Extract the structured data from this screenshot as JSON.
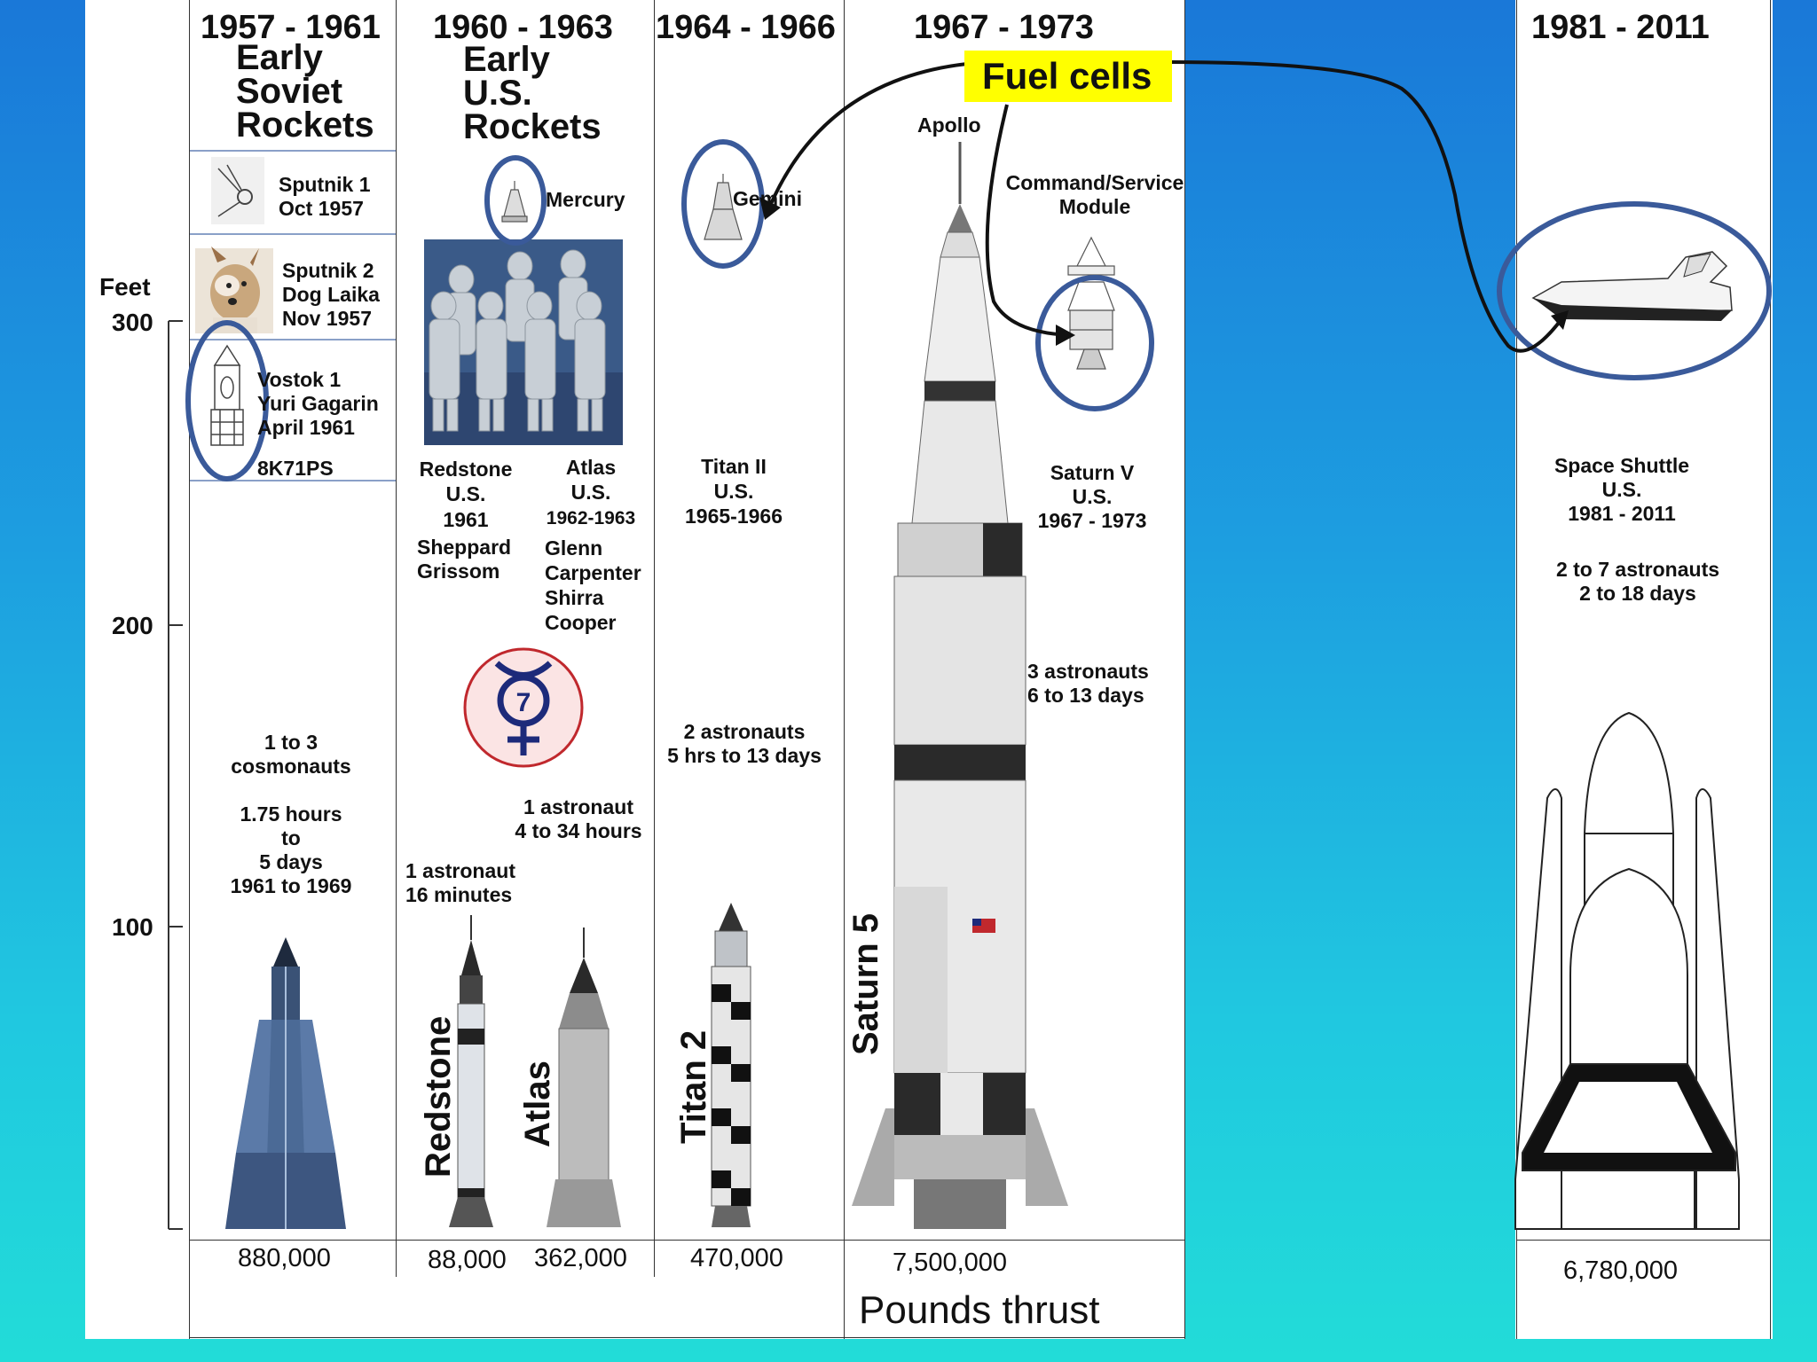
{
  "eras": {
    "soviet": "1957 - 1961",
    "us_early": "1960 - 1963",
    "gemini": "1964 - 1966",
    "apollo": "1967 - 1973",
    "shuttle": "1981 - 2011"
  },
  "soviet": {
    "title_lines": [
      "Early",
      "Soviet",
      "Rockets"
    ],
    "sputnik1": [
      "Sputnik 1",
      "Oct 1957"
    ],
    "sputnik2": [
      "Sputnik 2",
      "Dog Laika",
      "Nov 1957"
    ],
    "vostok": [
      "Vostok 1",
      "Yuri Gagarin",
      "April 1961"
    ],
    "rocket_code": "8K71PS",
    "crew": [
      "1 to 3",
      "cosmonauts",
      "",
      "1.75 hours",
      "to",
      "5 days",
      "1961 to 1969"
    ],
    "thrust": "880,000"
  },
  "us_early": {
    "title_lines": [
      "Early",
      "U.S.",
      "Rockets"
    ],
    "mercury": "Mercury",
    "redstone_info": [
      "Redstone",
      "U.S.",
      "1961"
    ],
    "atlas_info": [
      "Atlas",
      "U.S.",
      "1962-1963"
    ],
    "redstone_crew": [
      "Sheppard",
      "Grissom"
    ],
    "atlas_crew": [
      "Glenn",
      "Carpenter",
      "Shirra",
      "Cooper"
    ],
    "atlas_mission": [
      "1 astronaut",
      "4 to 34 hours"
    ],
    "redstone_mission": [
      "1 astronaut",
      "16 minutes"
    ],
    "redstone_label": "Redstone",
    "atlas_label": "Atlas",
    "redstone_thrust": "88,000",
    "atlas_thrust": "362,000"
  },
  "gemini": {
    "capsule": "Gemini",
    "info": [
      "Titan II",
      "U.S.",
      "1965-1966"
    ],
    "mission": [
      "2 astronauts",
      "5 hrs to 13 days"
    ],
    "rocket_label": "Titan 2",
    "thrust": "470,000"
  },
  "apollo": {
    "capsule": "Apollo",
    "csm": [
      "Command/Service",
      "Module"
    ],
    "info": [
      "Saturn V",
      "U.S.",
      "1967 - 1973"
    ],
    "mission": [
      "3 astronauts",
      "6  to 13 days"
    ],
    "rocket_label": "Saturn 5",
    "thrust": "7,500,000"
  },
  "shuttle": {
    "info": [
      "Space Shuttle",
      "U.S.",
      "1981 - 2011"
    ],
    "mission": [
      "2 to 7 astronauts",
      "2 to 18 days"
    ],
    "thrust": "6,780,000"
  },
  "callout": {
    "label": "Fuel cells",
    "color": "#ffff00"
  },
  "axis": {
    "unit": "Feet",
    "ticks": [
      "300",
      "200",
      "100"
    ]
  },
  "thrust_unit": "Pounds thrust",
  "colors": {
    "highlight_ring": "#3a5a9a",
    "mercury_logo_ring": "#c0282d",
    "mercury_logo_fill": "#fbe4e4",
    "mercury_logo_symbol": "#1d2a7a"
  },
  "icons": [
    "sputnik-icon",
    "dog-laika-photo",
    "vostok-capsule-icon",
    "mercury-capsule-icon",
    "mercury-seven-photo",
    "mercury-7-logo",
    "gemini-capsule-icon",
    "apollo-csm-icon",
    "space-shuttle-icon",
    "vostok-rocket",
    "redstone-rocket",
    "atlas-rocket",
    "titan-2-rocket",
    "saturn-5-rocket",
    "shuttle-stack"
  ]
}
